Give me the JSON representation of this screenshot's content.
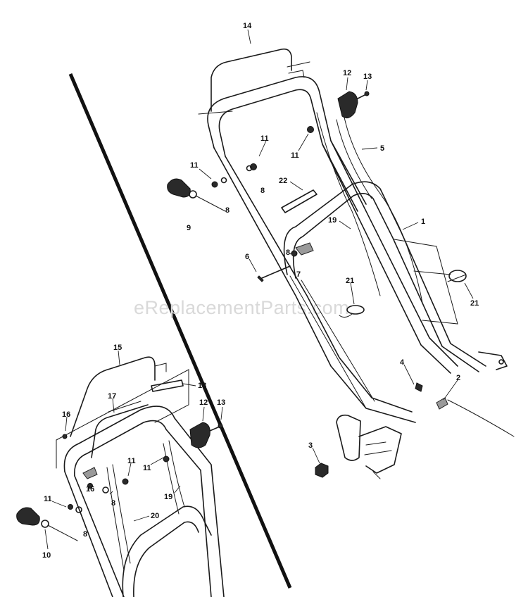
{
  "watermark": "eReplacementParts.com",
  "callouts": {
    "c1": "1",
    "c2": "2",
    "c3": "3",
    "c4": "4",
    "c5": "5",
    "c6": "6",
    "c7": "7",
    "c8a": "8",
    "c8b": "8",
    "c8c": "8",
    "c9": "9",
    "c11a": "11",
    "c11b": "11",
    "c11c": "11",
    "c12": "12",
    "c13": "13",
    "c14": "14",
    "c19": "19",
    "c21a": "21",
    "c21b": "21",
    "c22": "22",
    "i8a": "8",
    "i8b": "8",
    "i10": "10",
    "i11a": "11",
    "i11b": "11",
    "i11c": "11",
    "i12": "12",
    "i13": "13",
    "i15": "15",
    "i16a": "16",
    "i16b": "16",
    "i17": "17",
    "i18": "18",
    "i19": "19",
    "i20": "20"
  }
}
